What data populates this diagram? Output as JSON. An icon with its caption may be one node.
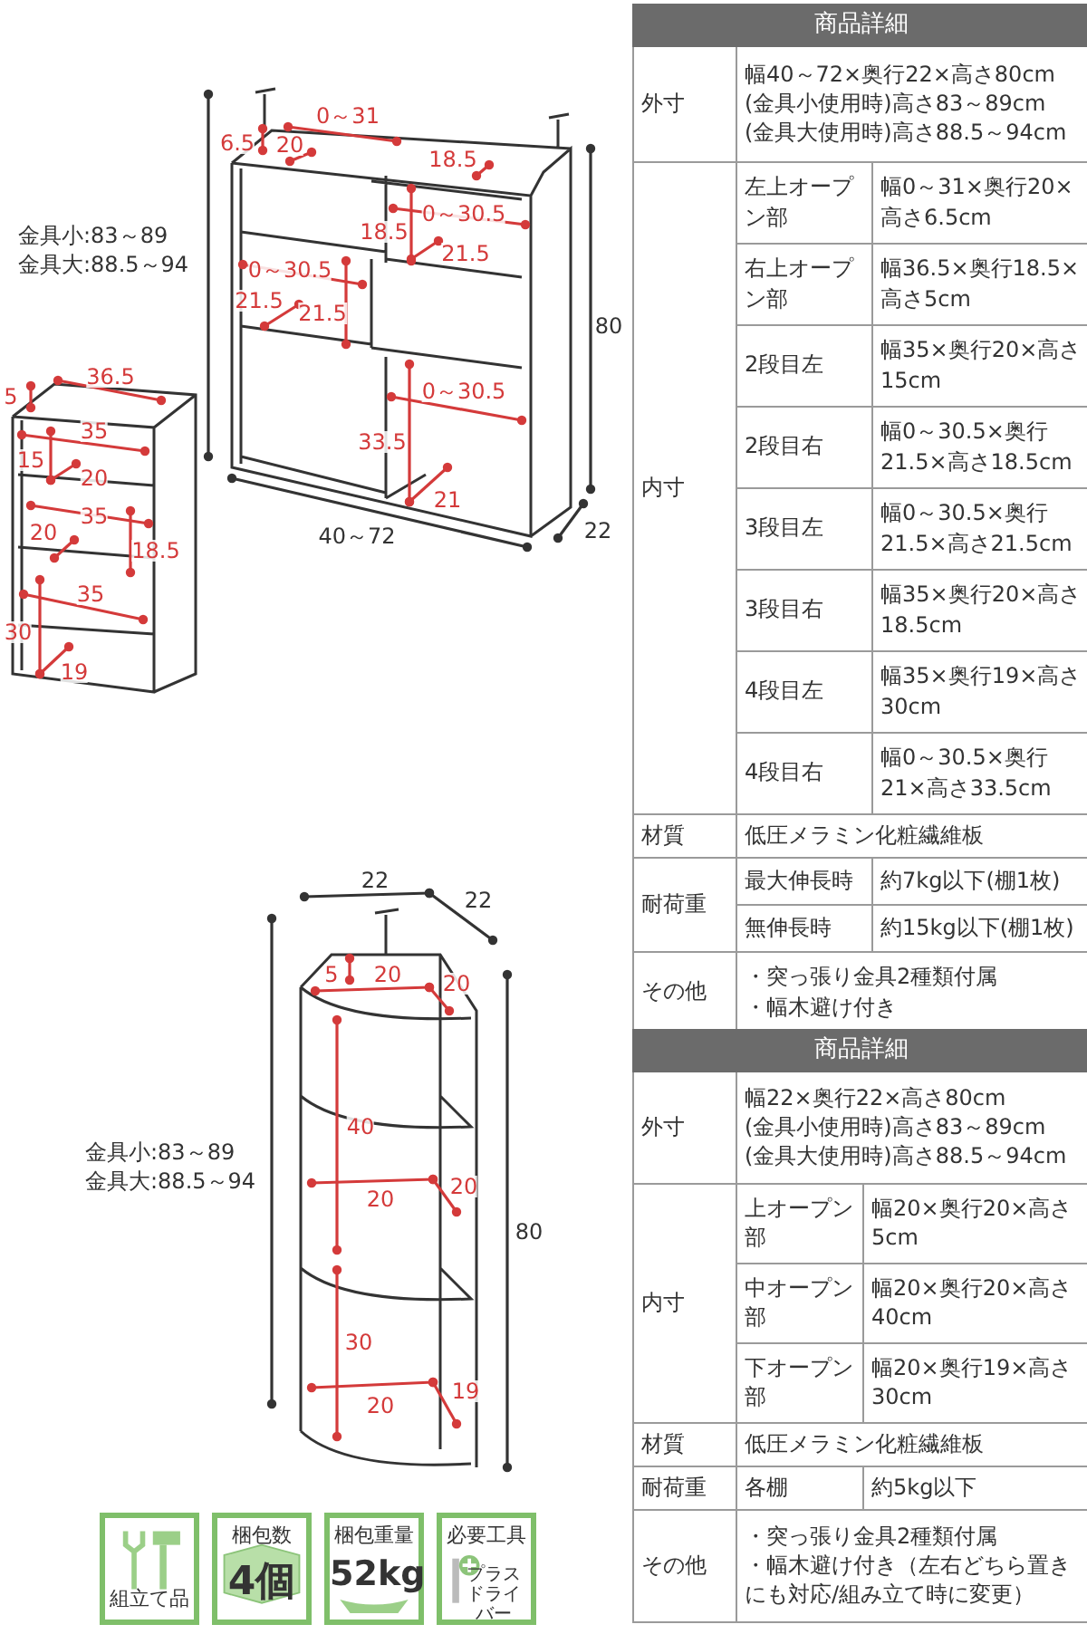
{
  "diagram": {
    "nodes": [
      {
        "text": [
          "組立て品"
        ]
      },
      {
        "text": [
          "梱包数",
          "4個"
        ]
      },
      {
        "text": [
          "梱包重量",
          "52kg"
        ]
      },
      {
        "text": [
          "必要工具",
          "プラスドライバー"
        ]
      }
    ],
    "labels": [
      "0～31",
      "6.5",
      "20",
      "18.5",
      "0～30.5",
      "18.5",
      "21.5",
      "0～30.5",
      "21.5",
      "21.5",
      "0～30.5",
      "33.5",
      "21",
      "80",
      "40～72",
      "22",
      "金具小:83～89",
      "金具大:88.5～94",
      "36.5",
      "5",
      "35",
      "15",
      "20",
      "35",
      "20",
      "18.5",
      "35",
      "30",
      "19",
      "商品詳細",
      "外寸",
      "幅40～72×奥行22×高さ80cm",
      "(金具小使用時)高さ83～89cm",
      "(金具大使用時)高さ88.5～94cm",
      "内寸",
      "左上オープン部",
      "幅0～31×奥行20×高さ6.5cm",
      "右上オープン部",
      "幅36.5×奥行18.5×高さ5cm",
      "2段目左",
      "幅35×奥行20×高さ15cm",
      "2段目右",
      "幅0～30.5×奥行21.5×高さ18.5cm",
      "3段目左",
      "幅0～30.5×奥行21.5×高さ21.5cm",
      "3段目右",
      "幅35×奥行20×高さ18.5cm",
      "4段目左",
      "幅35×奥行19×高さ30cm",
      "4段目右",
      "幅0～30.5×奥行21×高さ33.5cm",
      "材質",
      "低圧メラミン化粧繊維板",
      "耐荷重",
      "最大伸長時",
      "約7kg以下(棚1枚)",
      "無伸長時",
      "約15kg以下(棚1枚)",
      "その他",
      "・突っ張り金具2種類付属",
      "・幅木避け付き",
      "22",
      "22",
      "5",
      "20",
      "20",
      "40",
      "20",
      "20",
      "30",
      "20",
      "19",
      "80",
      "金具小:83～89",
      "金具大:88.5～94",
      "商品詳細",
      "外寸",
      "幅22×奥行22×高さ80cm",
      "(金具小使用時)高さ83～89cm",
      "(金具大使用時)高さ88.5～94cm",
      "内寸",
      "上オープン部",
      "幅20×奥行20×高さ5cm",
      "中オープン部",
      "幅20×奥行20×高さ40cm",
      "下オープン部",
      "幅20×奥行19×高さ30cm",
      "材質",
      "低圧メラミン化粧繊維板",
      "耐荷重",
      "各棚",
      "約5kg以下",
      "その他",
      "・突っ張り金具2種類付属",
      "・幅木避け付き（左右どちら置きにも対応/組み立て時に変更）"
    ]
  }
}
